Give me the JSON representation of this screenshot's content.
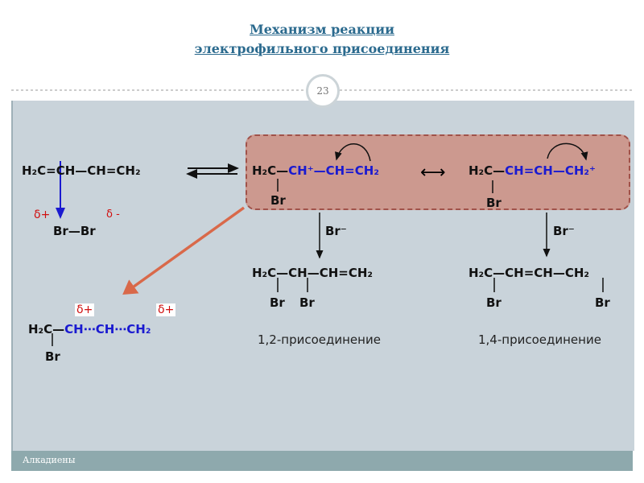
{
  "header": {
    "title_line1": "Механизм реакции",
    "title_line2": "электрофильного присоединения",
    "slide_number": "23"
  },
  "reaction": {
    "butadiene": "H₂C=CH—CH=CH₂",
    "bromine": "Br—Br",
    "delta_plus": "δ+",
    "delta_minus": "δ -",
    "cation1_black": "H₂C—",
    "cation1_blue": "CH⁺—CH=CH₂",
    "br": "Br",
    "cation2_black": "H₂C—",
    "cation2_blue": "CH=CH—CH₂⁺",
    "resonance": "⟷",
    "bromide": "Br⁻",
    "product12": "H₂C—CH—CH=CH₂",
    "product14": "H₂C—CH=CH—CH₂",
    "label12": "1,2-присоединение",
    "label14": "1,4-присоединение",
    "allyl_black": "H₂C—",
    "allyl_blue": "CH⋯CH⋯CH₂"
  },
  "footer": {
    "text": "Алкадиены"
  },
  "colors": {
    "panel": "#c9d3da",
    "box": "#cc998f",
    "accent_arrow": "#d9694a",
    "blue": "#1a1ad0"
  }
}
